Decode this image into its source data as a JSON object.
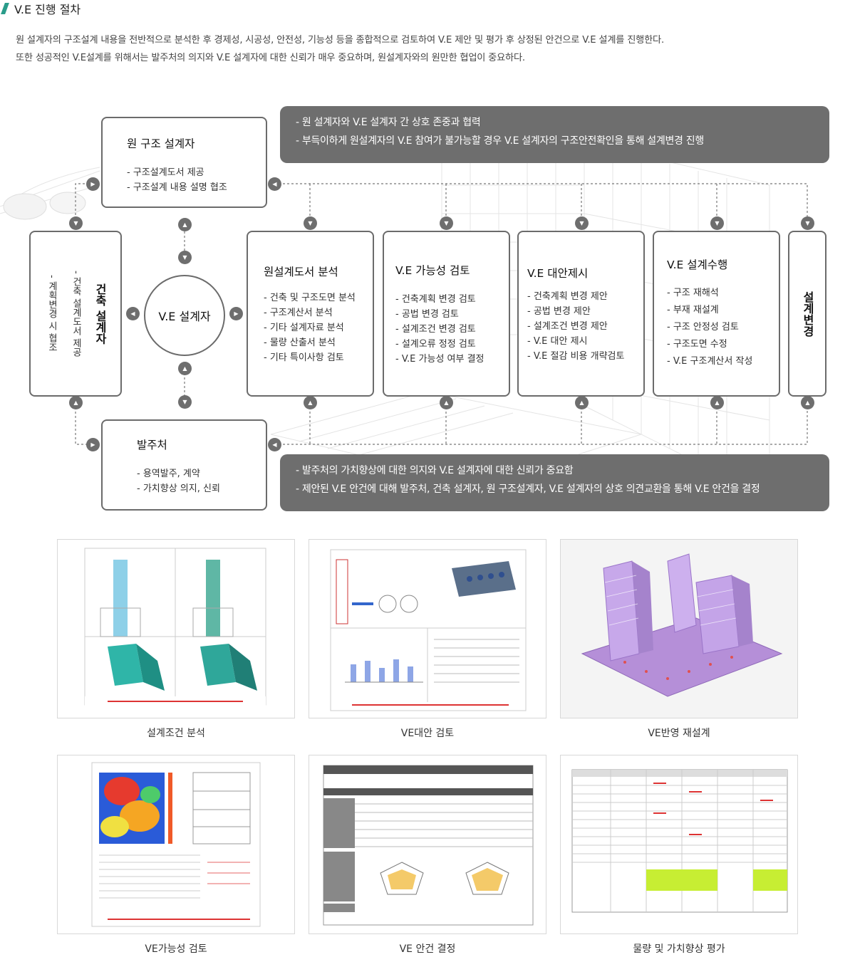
{
  "title": "V.E 진행 절차",
  "intro": {
    "line1": "원 설계자의 구조설계 내용을 전반적으로 분석한 후 경제성, 시공성, 안전성, 기능성 등을 종합적으로 검토하여  V.E 제안 및 평가 후 상정된 안건으로 V.E 설계를 진행한다.",
    "line2": "또한 성공적인 V.E설계를 위해서는 발주처의 의지와 V.E 설계자에 대한 신뢰가 매우 중요하며, 원설계자와의 원만한 협업이 중요하다."
  },
  "original_designer": {
    "title": "원 구조 설계자",
    "items": [
      "- 구조설계도서 제공",
      "- 구조설계 내용 설명 협조"
    ]
  },
  "top_note": {
    "lines": [
      "- 원 설계자와 V.E 설계자 간 상호 존중과 협력",
      "- 부득이하게 원설계자의 V.E 참여가  불가능할 경우 V.E 설계자의 구조안전확인을 통해 설계변경 진행"
    ]
  },
  "architect": {
    "title": "건축 설계자",
    "items": [
      "- 건축 설계도서 제공",
      "- 계획변경 시 협조"
    ]
  },
  "ve_designer": {
    "label": "V.E 설계자"
  },
  "steps": [
    {
      "title": "원설계도서 분석",
      "items": [
        "- 건축 및 구조도면 분석",
        "- 구조계산서 분석",
        "- 기타 설계자료 분석",
        "- 물량 산출서 분석",
        "- 기타 특이사항 검토"
      ]
    },
    {
      "title": "V.E 가능성 검토",
      "items": [
        "- 건축계획 변경 검토",
        "- 공법 변경 검토",
        "- 설계조건 변경 검토",
        "- 설계오류 정정 검토",
        "- V.E 가능성 여부 결정"
      ]
    },
    {
      "title": "V.E 대안제시",
      "items": [
        "- 건축계획 변경 제안",
        "- 공법 변경 제안",
        "- 설계조건 변경 제안",
        "- V.E 대안 제시",
        "- V.E 절감 비용 개략검토"
      ]
    },
    {
      "title": "V.E 설계수행",
      "items": [
        "- 구조 재해석",
        "- 부재 재설계",
        "- 구조 안정성 검토",
        "- 구조도면 수정",
        "- V.E 구조계산서 작성"
      ]
    }
  ],
  "design_change": {
    "label": "설계변경"
  },
  "client": {
    "title": "발주처",
    "items": [
      "- 용역발주, 계약",
      "- 가치향상 의지, 신뢰"
    ]
  },
  "bottom_note": {
    "lines": [
      "- 발주처의 가치향상에 대한 의지와 V.E 설계자에 대한 신뢰가 중요함",
      "- 제안된 V.E 안건에 대해 발주처, 건축 설계자, 원 구조설계자, V.E 설계자의 상호 의견교환을 통해 V.E 안건을 결정"
    ]
  },
  "gallery": [
    {
      "caption": "설계조건 분석"
    },
    {
      "caption": "VE대안 검토"
    },
    {
      "caption": "VE반영 재설계"
    },
    {
      "caption": "VE가능성 검토"
    },
    {
      "caption": "VE 안건 결정"
    },
    {
      "caption": "물량 및 가치향상 평가"
    }
  ],
  "colors": {
    "box_border": "#6b6b6b",
    "note_bg": "#6e6e6e",
    "accent": "#2a9c8a"
  }
}
